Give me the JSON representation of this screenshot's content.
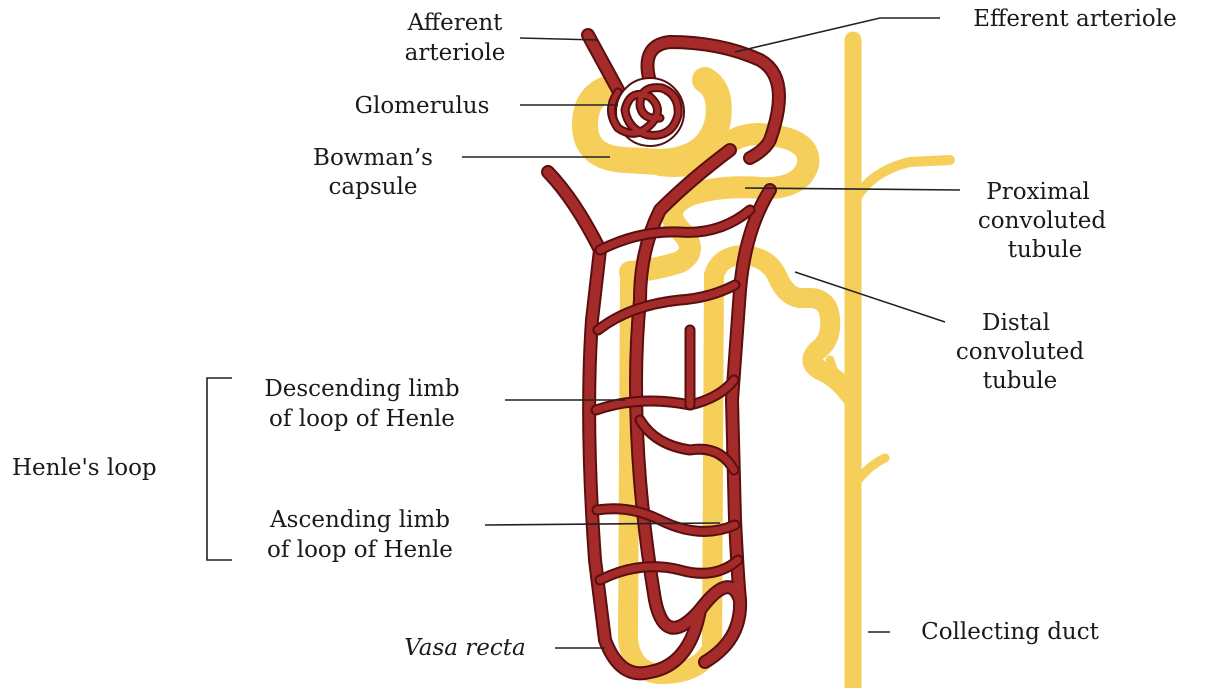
{
  "diagram": {
    "labels": {
      "afferent_line1": "Afferent",
      "afferent_line2": "arteriole",
      "efferent": "Efferent arteriole",
      "glomerulus": "Glomerulus",
      "bowman_line1": "Bowman’s",
      "bowman_line2": "capsule",
      "proximal_line1": "Proximal",
      "proximal_line2": "convoluted",
      "proximal_line3": "tubule",
      "distal_line1": "Distal",
      "distal_line2": "convoluted",
      "distal_line3": "tubule",
      "descending_line1": "Descending limb",
      "descending_line2": "of loop of Henle",
      "henle_loop": "Henle's loop",
      "ascending_line1": "Ascending limb",
      "ascending_line2": "of loop of Henle",
      "vasa_recta": "Vasa recta",
      "collecting_duct": "Collecting duct"
    },
    "colors": {
      "tubule": "#f5cf5a",
      "vessel": "#a52a2a",
      "vessel_outline": "#5a0f0f"
    }
  }
}
